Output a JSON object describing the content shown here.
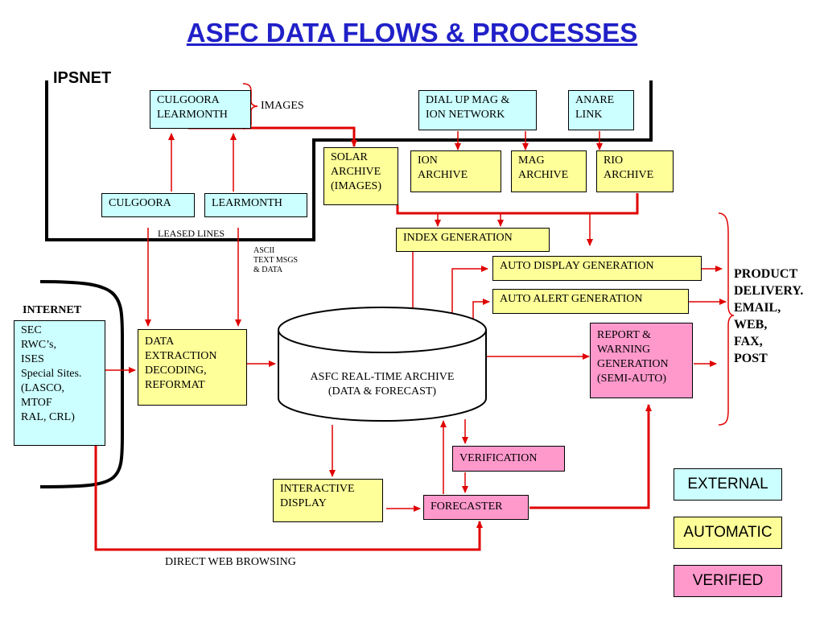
{
  "title": "ASFC DATA FLOWS & PROCESSES",
  "regions": {
    "ipsnet": "IPSNET",
    "internet": "INTERNET"
  },
  "boxes": {
    "culgoora_learmonth": [
      "CULGOORA",
      "LEARMONTH"
    ],
    "dialup": [
      "DIAL UP MAG &",
      "ION NETWORK"
    ],
    "anare": [
      "ANARE",
      "LINK"
    ],
    "solar_archive": [
      "SOLAR",
      "ARCHIVE",
      "(IMAGES)"
    ],
    "ion_archive": [
      "ION",
      "ARCHIVE"
    ],
    "mag_archive": [
      "MAG",
      "ARCHIVE"
    ],
    "rio_archive": [
      "RIO",
      "ARCHIVE"
    ],
    "culgoora": "CULGOORA",
    "learmonth": "LEARMONTH",
    "index_generation": "INDEX GENERATION",
    "auto_display": "AUTO DISPLAY GENERATION",
    "auto_alert": "AUTO ALERT GENERATION",
    "sec": [
      "SEC",
      "RWC’s,",
      "ISES",
      "Special Sites.",
      "(LASCO,",
      "MTOF",
      "RAL, CRL)"
    ],
    "data_extraction": [
      "DATA",
      "EXTRACTION",
      "DECODING,",
      "REFORMAT"
    ],
    "archive": [
      "ASFC REAL-TIME ARCHIVE",
      "(DATA & FORECAST)"
    ],
    "report": [
      "REPORT &",
      "WARNING",
      "GENERATION",
      "(SEMI-AUTO)"
    ],
    "verification": "VERIFICATION",
    "interactive": [
      "INTERACTIVE",
      "DISPLAY"
    ],
    "forecaster": "FORECASTER"
  },
  "labels": {
    "images": "IMAGES",
    "leased_lines": "LEASED LINES",
    "ascii": [
      "ASCII",
      "TEXT MSGS",
      "& DATA"
    ],
    "direct_web": "DIRECT WEB BROWSING"
  },
  "product_delivery": [
    "PRODUCT",
    "DELIVERY.",
    "EMAIL,",
    "WEB,",
    "FAX,",
    "POST"
  ],
  "legend": {
    "external": "EXTERNAL",
    "automatic": "AUTOMATIC",
    "verified": "VERIFIED"
  },
  "colors": {
    "external": "#ccffff",
    "automatic": "#ffff99",
    "verified": "#ff99cc",
    "arrow": "#e00000",
    "title": "#2020c8"
  }
}
